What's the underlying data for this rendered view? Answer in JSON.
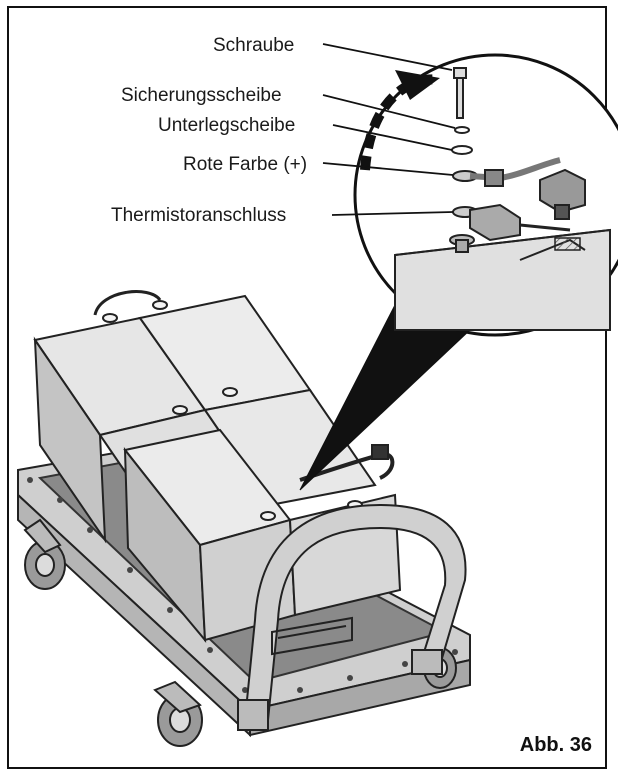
{
  "labels": {
    "screw": "Schraube",
    "lock_washer": "Sicherungsscheibe",
    "flat_washer": "Unterlegscheibe",
    "red_positive": "Rote Farbe (+)",
    "thermistor": "Thermistoranschluss"
  },
  "figure": {
    "caption": "Abb. 36"
  }
}
